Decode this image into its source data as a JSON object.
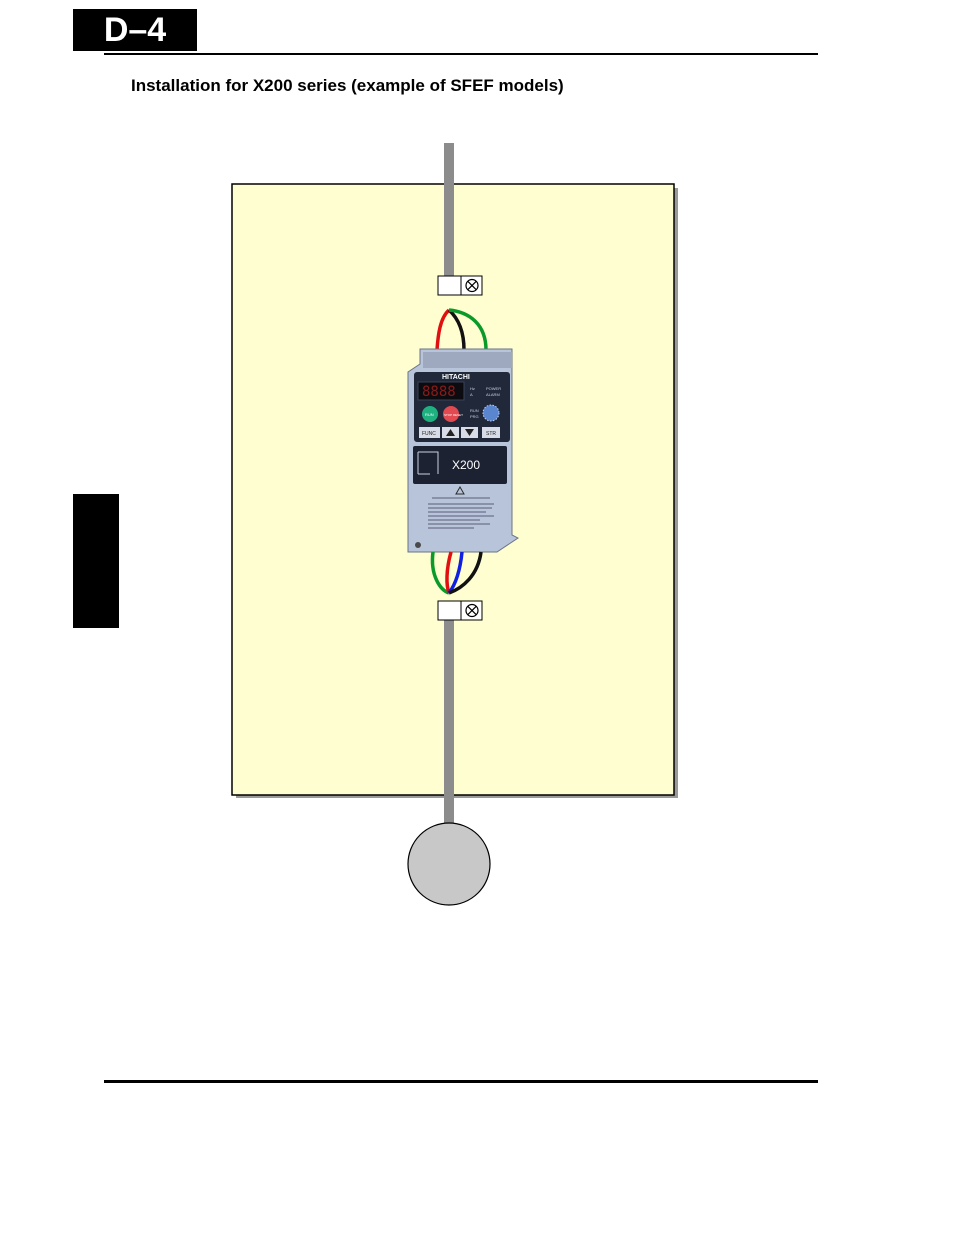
{
  "header": {
    "page_label": "D–4"
  },
  "section": {
    "title": "Installation for X200 series (example of SFEF models)"
  },
  "inverter": {
    "brand": "HITACHI",
    "model": "X200",
    "display": "8888",
    "indicators": [
      "Hz",
      "A",
      "POWER",
      "ALARM",
      "RUN",
      "PRG"
    ],
    "keys": {
      "run": "RUN",
      "stop": "STOP RESET",
      "func": "FUNC",
      "str": "STR"
    }
  },
  "wire_colors": {
    "red": "#e01010",
    "black": "#111111",
    "green": "#0a9a2a",
    "blue": "#1020e0"
  },
  "panel_color": "#fffed0",
  "cable_color": "#8c8c8c",
  "motor_color": "#c8c8c8"
}
